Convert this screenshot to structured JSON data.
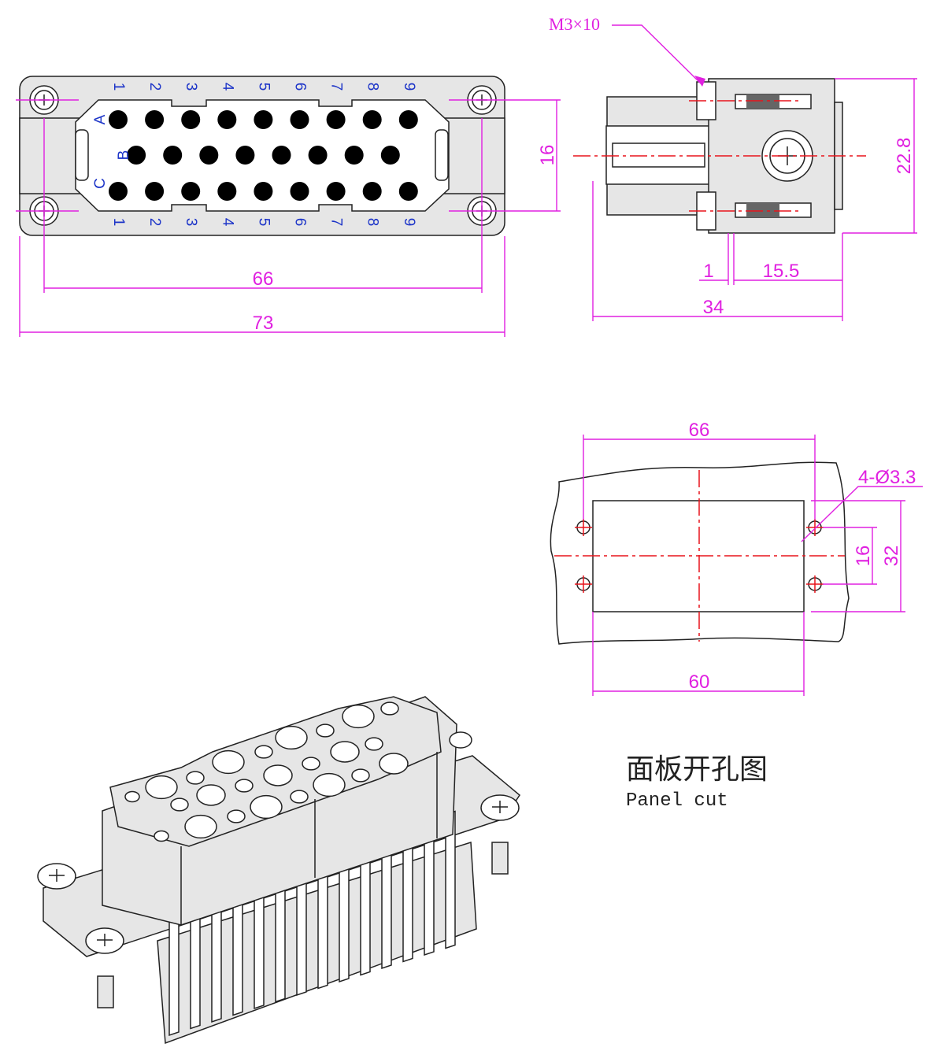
{
  "front_view": {
    "columns": [
      "1",
      "2",
      "3",
      "4",
      "5",
      "6",
      "7",
      "8",
      "9"
    ],
    "rows": [
      "A",
      "B",
      "C"
    ],
    "pins_per_row": [
      9,
      8,
      9
    ],
    "dims": {
      "width_inner": "66",
      "width_outer": "73",
      "height_rows": "16"
    }
  },
  "side_view": {
    "screw_callout": "M3×10",
    "dims": {
      "height": "22.8",
      "small": "1",
      "right": "15.5",
      "depth": "34"
    }
  },
  "panel_cut": {
    "dims": {
      "top": "66",
      "holes": "4-Ø3.3",
      "inner_h": "16",
      "outer_h": "32",
      "bottom": "60"
    },
    "caption_cn": "面板开孔图",
    "caption_en": "Panel cut"
  },
  "colors": {
    "dimension": "#e020e0",
    "pin_label": "#1c34c8",
    "centerline": "#e8141c"
  }
}
